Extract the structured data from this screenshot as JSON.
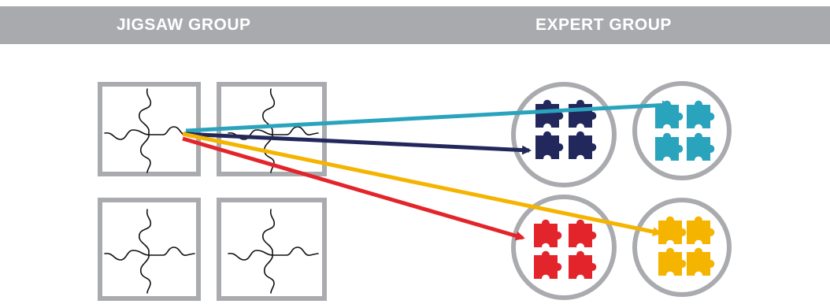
{
  "header": {
    "left_title": "JIGSAW GROUP",
    "right_title": "EXPERT GROUP"
  },
  "colors": {
    "header_bg": "#a8aaad",
    "frame": "#a9abae",
    "teal": "#2aa3bd",
    "navy": "#23285c",
    "red": "#e3242b",
    "yellow": "#f4b400"
  },
  "jigsaw_group": {
    "tiles": [
      "puzzle-tile",
      "puzzle-tile",
      "puzzle-tile",
      "puzzle-tile"
    ]
  },
  "expert_group": {
    "circles": [
      {
        "color": "navy",
        "icon": "puzzle-pieces-icon"
      },
      {
        "color": "teal",
        "icon": "puzzle-pieces-icon"
      },
      {
        "color": "red",
        "icon": "puzzle-pieces-icon"
      },
      {
        "color": "yellow",
        "icon": "puzzle-pieces-icon"
      }
    ]
  },
  "arrows": [
    {
      "from": "jigsaw-tile-1",
      "to": "expert-circle-teal",
      "color": "teal"
    },
    {
      "from": "jigsaw-tile-1",
      "to": "expert-circle-navy",
      "color": "navy"
    },
    {
      "from": "jigsaw-tile-1",
      "to": "expert-circle-yellow",
      "color": "yellow"
    },
    {
      "from": "jigsaw-tile-1",
      "to": "expert-circle-red",
      "color": "red"
    }
  ]
}
